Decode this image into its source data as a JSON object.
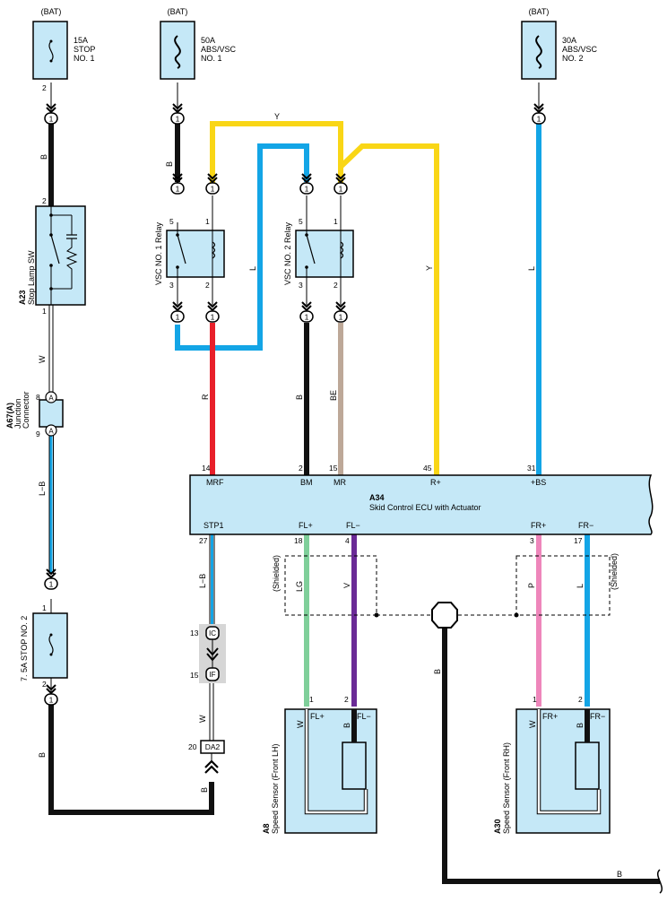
{
  "bat": "(BAT)",
  "fuses": {
    "stop1": {
      "amp": "15A",
      "l1": "STOP",
      "l2": "NO. 1"
    },
    "abs1": {
      "amp": "50A",
      "l1": "ABS/VSC",
      "l2": "NO. 1"
    },
    "abs2": {
      "amp": "30A",
      "l1": "ABS/VSC",
      "l2": "NO. 2"
    },
    "stop2": "7. 5A STOP NO. 2"
  },
  "components": {
    "stoplamp": {
      "code": "A23",
      "name": "Stop Lamp SW"
    },
    "junction": {
      "code": "A67(A)",
      "l1": "Junction",
      "l2": "Connector"
    },
    "relay1": "VSC NO. 1 Relay",
    "relay2": "VSC NO. 2 Relay",
    "ecu": {
      "code": "A34",
      "name": "Skid Control ECU with Actuator"
    },
    "sensorLH": {
      "code": "A8",
      "name": "Speed Sensor (Front LH)"
    },
    "sensorRH": {
      "code": "A30",
      "name": "Speed Sensor (Front RH)"
    }
  },
  "ecu_terminals": {
    "mrf": "MRF",
    "bm": "BM",
    "mr": "MR",
    "rplus": "R+",
    "bs": "+BS",
    "stp1": "STP1",
    "flp": "FL+",
    "flm": "FL−",
    "frp": "FR+",
    "frm": "FR−"
  },
  "ecu_pins": {
    "p14": "14",
    "p2": "2",
    "p15": "15",
    "p45": "45",
    "p31": "31",
    "p27": "27",
    "p18": "18",
    "p4": "4",
    "p3": "3",
    "p17": "17"
  },
  "sensor_terms": {
    "flp": "FL+",
    "flm": "FL−",
    "frp": "FR+",
    "frm": "FR−",
    "w": "W",
    "b": "B"
  },
  "wire_colors": {
    "B": "B",
    "Y": "Y",
    "L": "L",
    "R": "R",
    "BE": "BE",
    "W": "W",
    "LB": "L−B",
    "LG": "LG",
    "V": "V",
    "P": "P"
  },
  "connectors": {
    "one": "1",
    "A": "A",
    "IC": "IC",
    "IF": "IF",
    "DA2": "DA2"
  },
  "pins": {
    "p1": "1",
    "p2": "2",
    "p3": "3",
    "p5": "5",
    "p8": "8",
    "p9": "9",
    "p13": "13",
    "p15": "15",
    "p20": "20"
  },
  "shielded": "(Shielded)",
  "colors": {
    "black": "#111111",
    "yellow": "#f9d616",
    "blue": "#13a5e6",
    "red": "#e8202a",
    "beige": "#bda898",
    "green": "#7fcf9a",
    "violet": "#6a2a96",
    "pink": "#ee86bb",
    "fill": "#c5e8f7",
    "gray": "#d6d6d6"
  }
}
